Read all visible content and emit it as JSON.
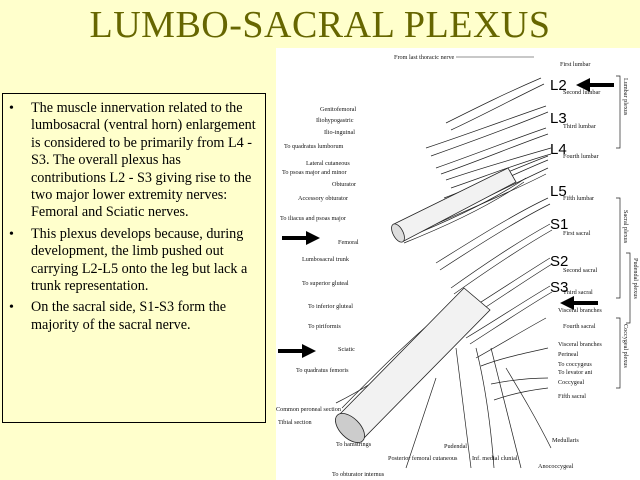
{
  "title": "LUMBO-SACRAL PLEXUS",
  "bullets": [
    "The muscle innervation related to the lumbosacral  (ventral horn) enlargement is considered to be primarily from L4 -S3. The overall plexus has contributions L2 - S3 giving rise to the two major lower extremity nerves: Femoral and Sciatic nerves.",
    "This plexus develops because, during development, the limb pushed out carrying L2-L5 onto the leg but lack a trunk representation.",
    "On the sacral side, S1-S3 form the majority of the sacral nerve."
  ],
  "figure": {
    "levels": [
      "L2",
      "L3",
      "L4",
      "L5",
      "S1",
      "S2",
      "S3"
    ],
    "labels": {
      "from_last_thoracic": "From last thoracic nerve",
      "first_lumbar": "First lumbar",
      "second_lumbar": "Second lumbar",
      "third_lumbar": "Third lumbar",
      "fourth_lumbar": "Fourth lumbar",
      "fifth_lumbar": "Fifth lumbar",
      "first_sacral": "First sacral",
      "second_sacral": "Second sacral",
      "third_sacral": "Third sacral",
      "fourth_sacral": "Fourth sacral",
      "fifth_sacral": "Fifth sacral",
      "coccygeal": "Coccygeal",
      "genitofemoral": "Genitofemoral",
      "iliohypogastric": "Iliohypogastric",
      "ilioinguinal": "Ilio-inguinal",
      "to_quadratus_lumborum": "To quadratus lumborum",
      "lateral_cutaneous": "Lateral cutaneous",
      "to_psoas": "To psoas major and minor",
      "obturator": "Obturator",
      "accessory_obturator": "Accessory obturator",
      "to_iliacus": "To iliacus and psoas major",
      "femoral": "Femoral",
      "lumbosacral_trunk": "Lumbosacral trunk",
      "to_superior_gluteal": "To superior gluteal",
      "to_inferior_gluteal": "To inferior gluteal",
      "to_piriformis": "To piriformis",
      "sciatic": "Sciatic",
      "to_quadratus_femoris": "To quadratus femoris",
      "common_peroneal": "Common peroneal section",
      "tibial_section": "Tibial section",
      "to_hamstrings": "To hamstrings",
      "pudendal": "Pudendal",
      "posterior_femoral_cutaneous": "Posterior femoral cutaneous",
      "inf_medial_clunial": "Inf. medial clunial",
      "to_obturator_internus": "To obturator internus",
      "visceral_branches_1": "Visceral branches",
      "visceral_branches_2": "Visceral branches",
      "perineal": "Perineal",
      "to_coccygeus": "To coccygeus",
      "to_levator_ani": "To levator ani",
      "anococcygeal": "Anococcygeal",
      "medullary": "Medullaris",
      "lumbar_plexus": "Lumbar plexus",
      "sacral_plexus": "Sacral plexus",
      "pudendal_plexus": "Pudendal plexus",
      "coccygeal_plexus": "Coccygeal plexus"
    }
  }
}
